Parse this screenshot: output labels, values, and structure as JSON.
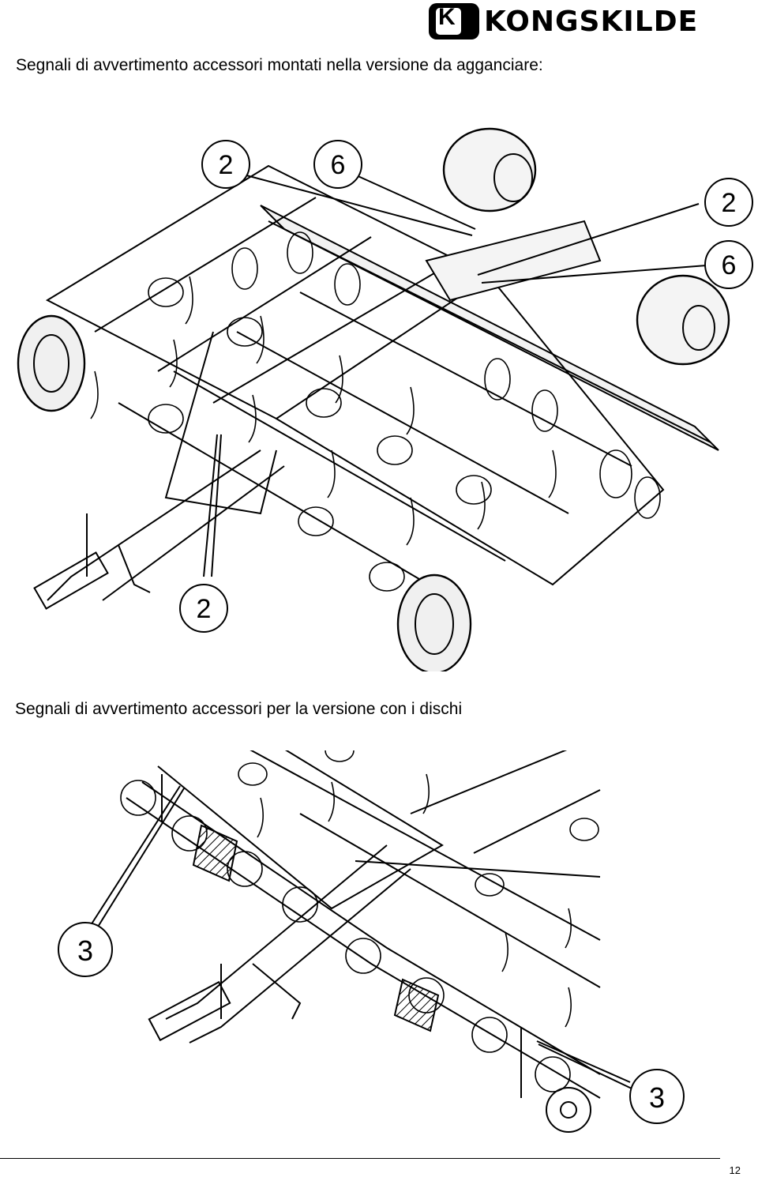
{
  "header": {
    "logo_text": "KONGSKILDE",
    "logo_mark": "K"
  },
  "sections": [
    {
      "heading": "Segnali di avvertimento accessori montati nella versione da agganciare:",
      "callouts": [
        "2",
        "6",
        "2",
        "6",
        "2"
      ]
    },
    {
      "heading": "Segnali di avvertimento accessori per la versione con i dischi",
      "callouts": [
        "3",
        "3"
      ]
    }
  ],
  "footer": {
    "page_number": "12"
  }
}
